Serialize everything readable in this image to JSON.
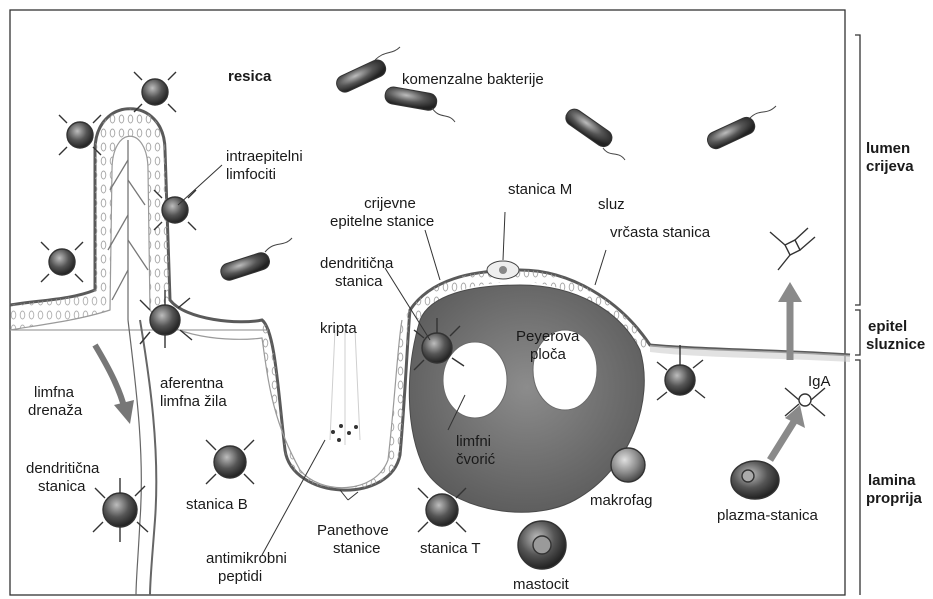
{
  "labels": {
    "resica": "resica",
    "komenzalne_bakterije": "komenzalne bakterije",
    "lumen_1": "lumen",
    "lumen_2": "crijeva",
    "intraepitelni_1": "intraepitelni",
    "intraepitelni_2": "limfociti",
    "stanica_m": "stanica M",
    "sluz": "sluz",
    "crijevne_1": "crijevne",
    "crijevne_2": "epitelne stanice",
    "vrcasta": "vrčasta stanica",
    "dendriticna_top_1": "dendritična",
    "dendriticna_top_2": "stanica",
    "kripta": "kripta",
    "peyerova_1": "Peyerova",
    "peyerova_2": "ploča",
    "epitel_1": "epitel",
    "epitel_2": "sluznice",
    "limfna_drenaza_1": "limfna",
    "limfna_drenaza_2": "drenaža",
    "aferentna_1": "aferentna",
    "aferentna_2": "limfna žila",
    "limfni_1": "limfni",
    "limfni_2": "čvorić",
    "iga": "IgA",
    "dendriticna_bottom_1": "dendritična",
    "dendriticna_bottom_2": "stanica",
    "stanica_b": "stanica B",
    "makrofag": "makrofag",
    "plazma": "plazma-stanica",
    "lamina_1": "lamina",
    "lamina_2": "proprija",
    "panethove_1": "Panethove",
    "panethove_2": "stanice",
    "stanica_t": "stanica T",
    "antimikrobni_1": "antimikrobni",
    "antimikrobni_2": "peptidi",
    "mastocit": "mastocit"
  },
  "colors": {
    "line": "#2b2b2b",
    "cell_dark": "#3a3a3a",
    "cell_mid": "#777777",
    "tissue": "#8a8a8a",
    "tissue_light": "#d9d9d9"
  }
}
